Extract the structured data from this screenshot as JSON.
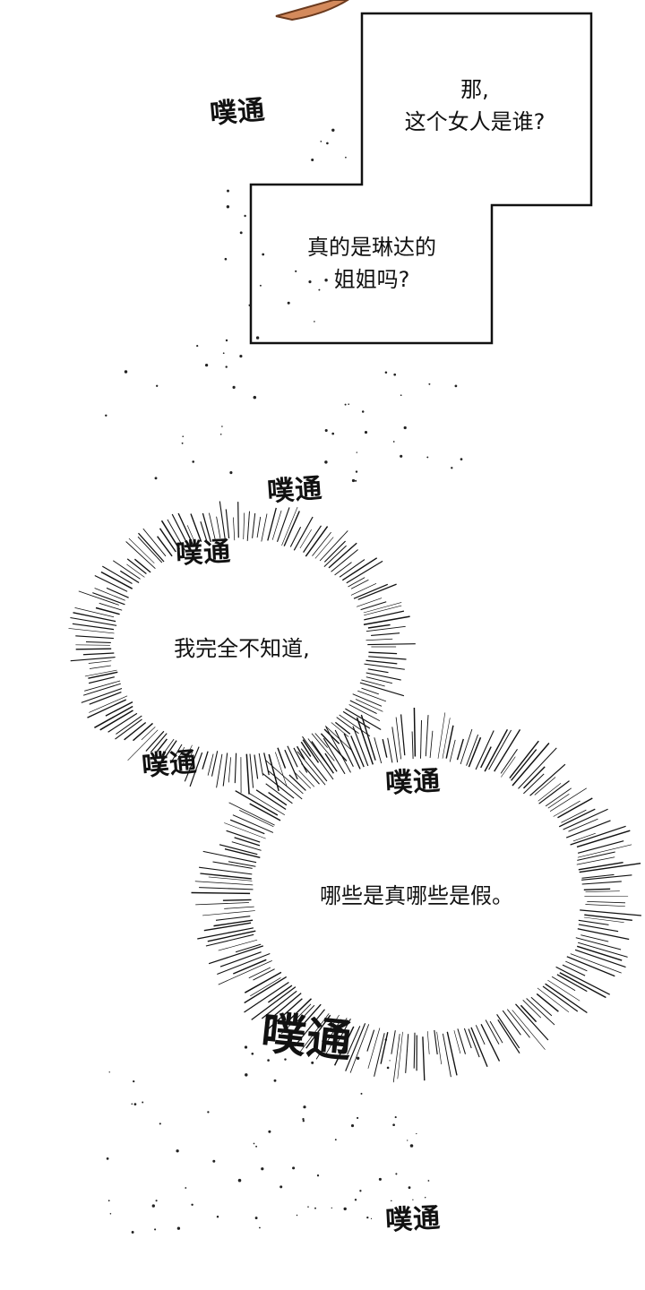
{
  "captions": {
    "box_top": [
      "那,",
      "这个女人是谁?"
    ],
    "box_bottom": [
      "真的是琳达的",
      "姐姐吗?"
    ],
    "burst_1": "我完全不知道,",
    "burst_2": "哪些是真哪些是假。"
  },
  "sfx": [
    "噗通",
    "噗通",
    "噗通",
    "噗通",
    "噗通",
    "噗通",
    "噗通"
  ]
}
